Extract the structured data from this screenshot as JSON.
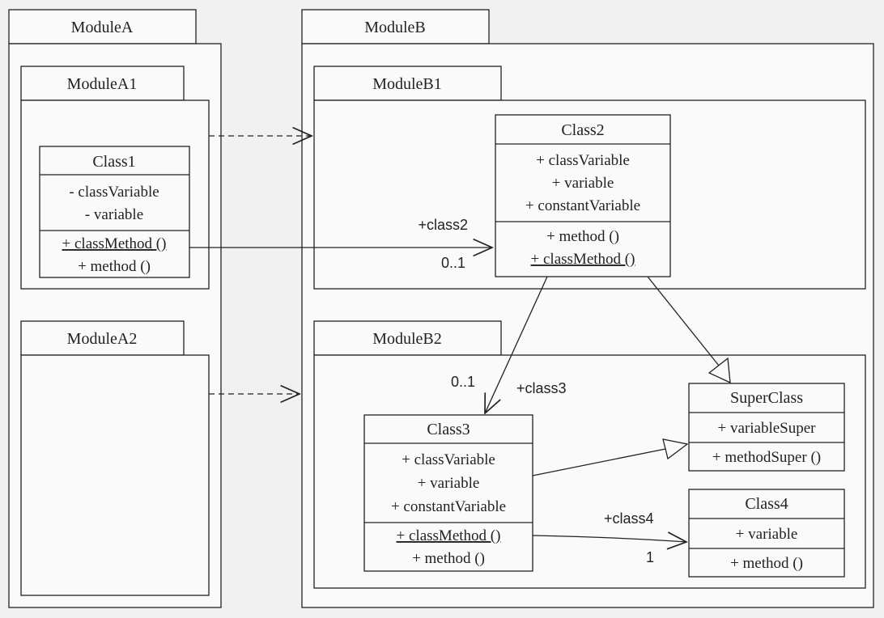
{
  "packages": {
    "module_a": "ModuleA",
    "module_a1": "ModuleA1",
    "module_a2": "ModuleA2",
    "module_b": "ModuleB",
    "module_b1": "ModuleB1",
    "module_b2": "ModuleB2"
  },
  "classes": {
    "class1": {
      "name": "Class1",
      "attributes": [
        "- classVariable",
        "- variable"
      ],
      "methods": [
        "+ classMethod ()",
        "+ method ()"
      ],
      "static_methods": [
        0
      ]
    },
    "class2": {
      "name": "Class2",
      "attributes": [
        "+ classVariable",
        "+ variable",
        "+ constantVariable"
      ],
      "methods": [
        "+ method ()",
        "+ classMethod ()"
      ],
      "static_methods": [
        1
      ]
    },
    "class3": {
      "name": "Class3",
      "attributes": [
        "+ classVariable",
        "+ variable",
        "+ constantVariable"
      ],
      "methods": [
        "+ classMethod ()",
        "+ method ()"
      ],
      "static_methods": [
        0
      ]
    },
    "superclass": {
      "name": "SuperClass",
      "attributes": [
        "+ variableSuper"
      ],
      "methods": [
        "+ methodSuper ()"
      ],
      "static_methods": []
    },
    "class4": {
      "name": "Class4",
      "attributes": [
        "+ variable"
      ],
      "methods": [
        "+ method ()"
      ],
      "static_methods": []
    }
  },
  "relations": {
    "class1_to_class2": {
      "role": "+class2",
      "multiplicity": "0..1"
    },
    "class2_to_class3": {
      "role": "+class3",
      "multiplicity": "0..1"
    },
    "class3_to_class4": {
      "role": "+class4",
      "multiplicity": "1"
    }
  }
}
